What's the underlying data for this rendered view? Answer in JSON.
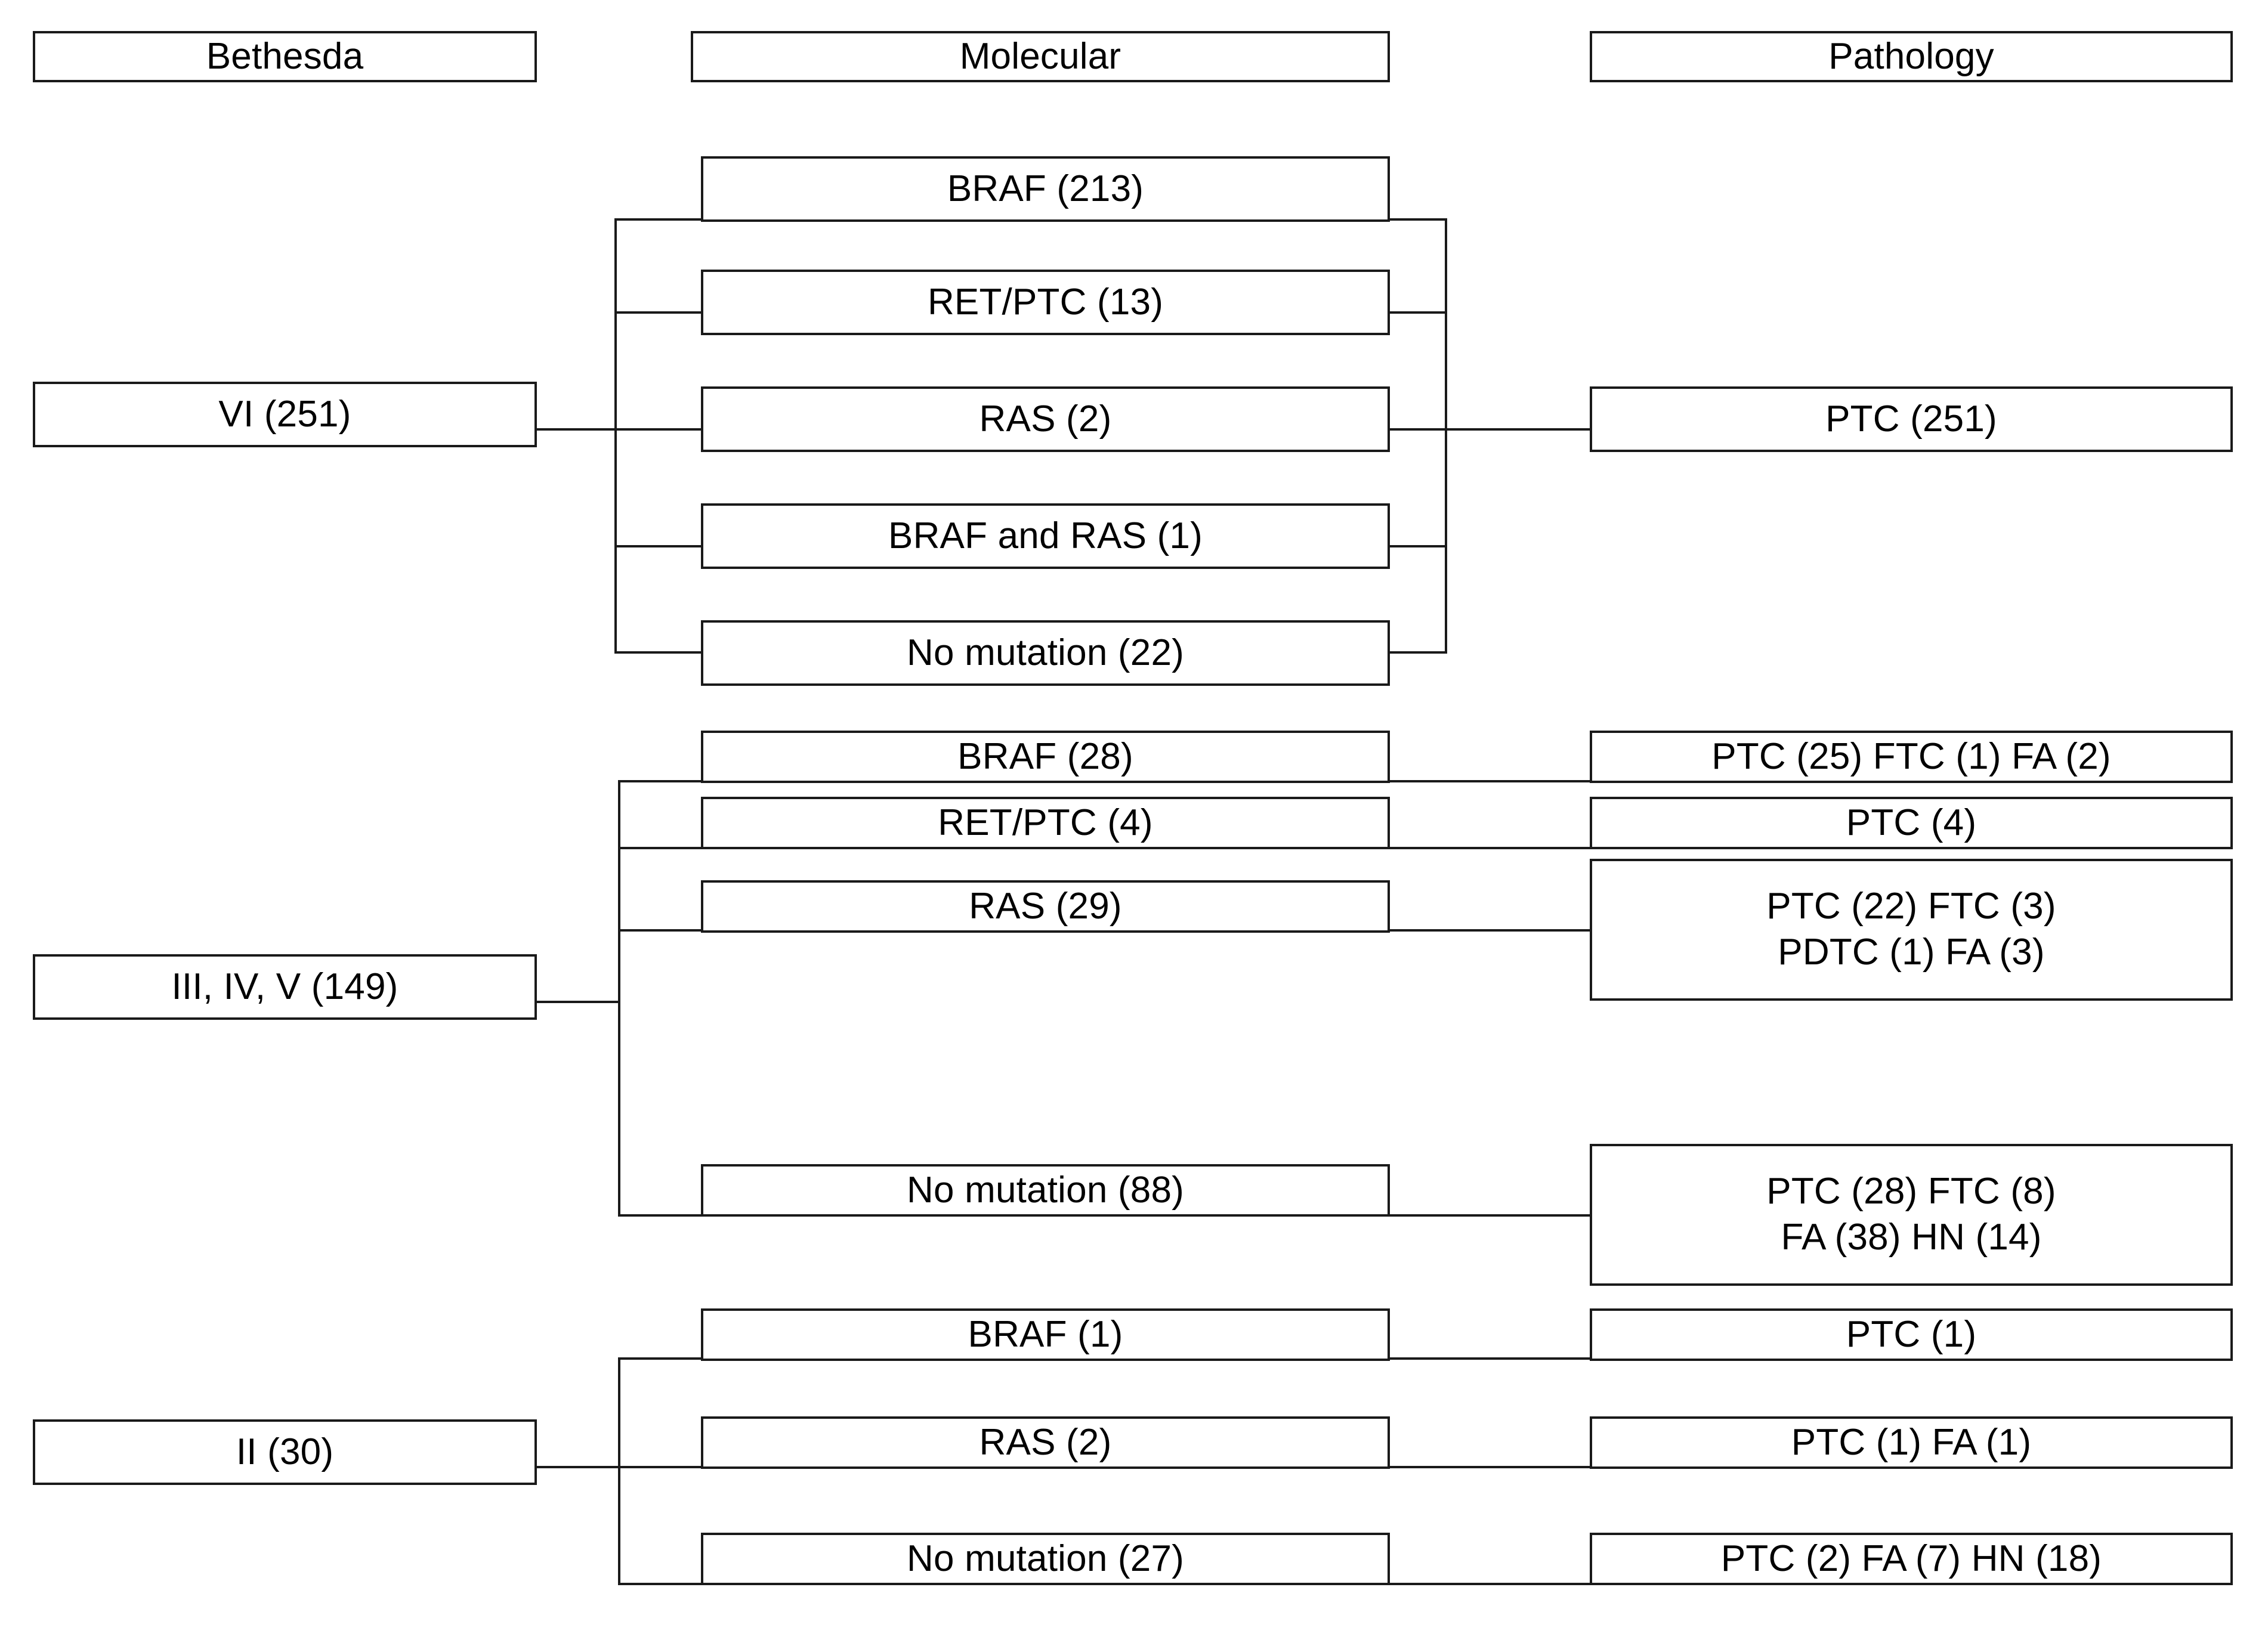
{
  "diagram": {
    "title_row": {
      "bethesda": "Bethesda",
      "molecular": "Molecular",
      "pathology": "Pathology"
    },
    "groups": [
      {
        "id": "group-vi",
        "bethesda": "VI (251)",
        "molecular": [
          "BRAF (213)",
          "RET/PTC (13)",
          "RAS (2)",
          "BRAF and RAS (1)",
          "No mutation (22)"
        ],
        "pathology": [
          "PTC (251)"
        ],
        "pathology_merged": true
      },
      {
        "id": "group-iii-iv-v",
        "bethesda": "III, IV, V (149)",
        "molecular": [
          "BRAF (28)",
          "RET/PTC (4)",
          "RAS (29)",
          "No mutation (88)"
        ],
        "pathology": [
          "PTC (25) FTC (1) FA (2)",
          "PTC (4)",
          "PTC (22) FTC (3)\nPDTC (1) FA (3)",
          "PTC (28) FTC (8)\nFA (38) HN (14)"
        ],
        "pathology_merged": false
      },
      {
        "id": "group-ii",
        "bethesda": "II (30)",
        "molecular": [
          "BRAF (1)",
          "RAS (2)",
          "No mutation (27)"
        ],
        "pathology": [
          "PTC (1)",
          "PTC (1) FA (1)",
          "PTC (2) FA (7) HN (18)"
        ],
        "pathology_merged": false
      }
    ],
    "colors": {
      "line": "#1a1a1a",
      "background": "#ffffff",
      "text": "#000000"
    }
  }
}
